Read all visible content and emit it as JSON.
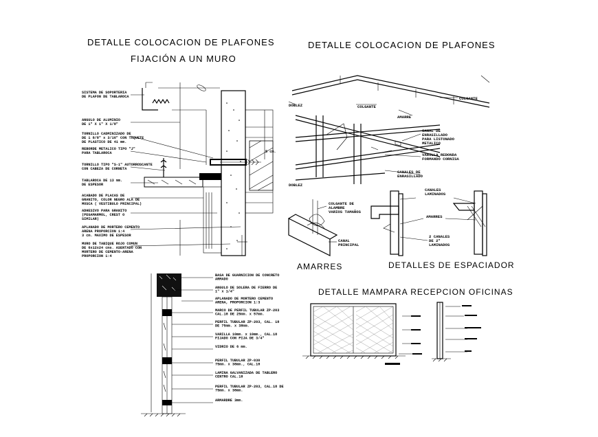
{
  "titles": {
    "left_line1": "DETALLE COLOCACION DE PLAFONES",
    "left_line2": "FIJACIÓN A UN MURO",
    "right": "DETALLE COLOCACION DE PLAFONES",
    "mampara": "DETALLE MAMPARA RECEPCION OFICINAS",
    "amarres": "AMARRES",
    "espaciador": "DETALLES DE ESPACIADOR"
  },
  "wall_labels": [
    [
      "SISTEMA DE SOPORTERIA",
      "DE PLAFON DE TABLAROCA"
    ],
    [
      "ANGULO DE ALUMINIO",
      "DE 1\" X 1\" X 1/8\""
    ],
    [
      "TORNILLO CADMINIZADO DE",
      "DE 1 8/8\" x 3/16\" CON TAQUETE",
      "DE PLASTICO DE 41 mm."
    ],
    [
      "REBORDE METALICO TIPO \"J\"",
      "PARA TABLAROCA"
    ],
    [
      "TORNILLO TIPO \"S-1\" AUTORROSCANTE",
      "CON CABEZA DE CORNETA"
    ],
    [
      "TABLAROCA DE 13 mm.",
      "DE ESPESOR"
    ],
    [
      "ACABADO DE PLACAS DE",
      "GRANITO, COLOR NEGRO ALA DE",
      "MOSCA ( VESTIBULO PRINCIPAL)"
    ],
    [
      "ADHESIVO PARA GRANITO",
      "(PEGAMARMOL, CREST O",
      "SIMILAR)"
    ],
    [
      "APLANADO DE MORTERO CEMENTO",
      "ARENA PROPORCION 1:4",
      "3 cm. MAXIMO DE ESPESOR"
    ],
    [
      "MURO DE TABIQUE ROJO COMUN",
      "DE 6x12x24 cms. ASENTADO CON",
      "MORTERO DE CEMENTO-ARENA",
      "PROPORCION 1:4"
    ]
  ],
  "wall_dim": "5 cm.",
  "plafon_labels": {
    "doblez_top": "DOBLEZ",
    "colgante_mid": "COLGANTE",
    "colgante_right": "COLGANTE",
    "amarre": "AMARRE",
    "canal": [
      "CANAL DE",
      "ENRASILLADO",
      "PARA LISTONADO",
      "METALICO"
    ],
    "varilla": [
      "VARILLA REDONDA",
      "FORMANDO CORNISA"
    ],
    "canales_enras": [
      "CANALES DE",
      "ENRASILLADO"
    ],
    "doblez_bottom": "DOBLEZ"
  },
  "amarres_labels": {
    "colgante": [
      "COLGANTE DE",
      "ALAMBRE",
      "VARIOS TAMAÑOS"
    ],
    "canal_principal": [
      "CANAL",
      "PRINCIPAL"
    ]
  },
  "espaciador_labels": {
    "canales_laminados": [
      "CANALES",
      "LAMINADOS"
    ],
    "amarres": "AMARRES",
    "dos_canales": [
      "2 CANALES",
      "DE 2\"",
      "LAMINADOS"
    ]
  },
  "section_labels": [
    [
      "BASA DE GUARNICION DE CONCRETO",
      "ARMADO"
    ],
    [
      "ANGULO DE SOLERA DE FIERRO DE",
      "1\" x 1/4\""
    ],
    [
      "APLANADO DE MORTERO CEMENTO",
      "ARENA, PROPORCION 1:3"
    ],
    [
      "MARCO DE PERFIL TUBULAR ZP-203",
      "CAL.18 DE 25mm. x 57mm."
    ],
    [
      "PERFIL TUBULAR ZP-203, CAL. 18",
      "DE 75mm. x 38mm."
    ],
    [
      "VARILLA 10mm. x 10mm., CAL.18",
      "FIJADO CON PIJA DE 3/4\""
    ],
    [
      "VIDRIO DE 6 mm."
    ],
    [
      "PERFIL TUBULAR ZP-030",
      "75mm. x 38mm., CAL.18"
    ],
    [
      "LAMINA GALVANIZADA DE TABLERO",
      "CENTRO CAL.18"
    ],
    [
      "PERFIL TUBULAR ZP-203, CAL.18 DE",
      "75mm. x 38mm."
    ],
    [
      "ARMARDRE 3mm."
    ]
  ]
}
